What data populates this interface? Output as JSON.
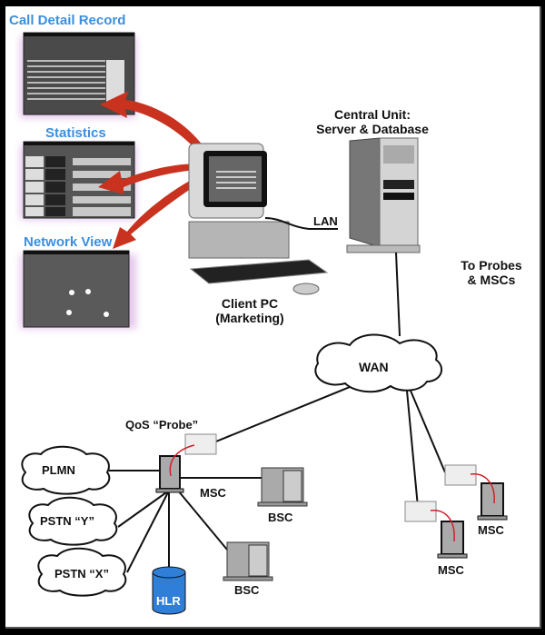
{
  "panels": {
    "call_detail_record": "Call Detail Record",
    "statistics": "Statistics",
    "network_view": "Network View"
  },
  "labels": {
    "central_unit_line1": "Central Unit:",
    "central_unit_line2": "Server & Database",
    "lan": "LAN",
    "client_pc_line1": "Client PC",
    "client_pc_line2": "(Marketing)",
    "to_probes_line1": "To Probes",
    "to_probes_line2": "& MSCs",
    "wan": "WAN",
    "qos_probe": "QoS “Probe”",
    "plmn": "PLMN",
    "pstn_y": "PSTN “Y”",
    "pstn_x": "PSTN “X”",
    "hlr": "HLR",
    "msc_main": "MSC",
    "bsc_1": "BSC",
    "bsc_2": "BSC",
    "msc_right_1": "MSC",
    "msc_right_2": "MSC"
  },
  "colors": {
    "title_blue": "#3a8fe0",
    "arrow_red": "#c8321e",
    "hlr_blue": "#2f7fd8",
    "link_red": "#d0202a"
  }
}
